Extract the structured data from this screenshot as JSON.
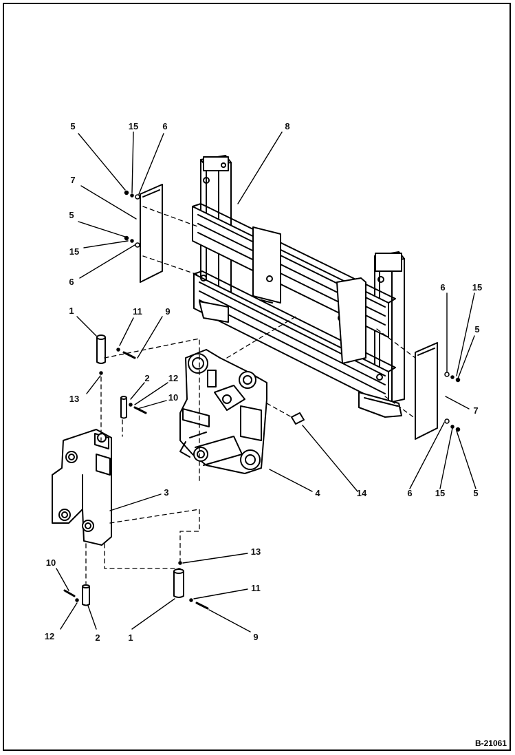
{
  "figure_number": "B-21061",
  "callouts": {
    "c5a": "5",
    "c15a": "15",
    "c6a": "6",
    "c8": "8",
    "c7a": "7",
    "c5b": "5",
    "c15b": "15",
    "c6b": "6",
    "c1a": "1",
    "c11a": "11",
    "c9a": "9",
    "c6c": "6",
    "c15c": "15",
    "c5c": "5",
    "c13a": "13",
    "c2a": "2",
    "c12a": "12",
    "c10a": "10",
    "c7b": "7",
    "c3": "3",
    "c4": "4",
    "c14": "14",
    "c6d": "6",
    "c15d": "15",
    "c5d": "5",
    "c13b": "13",
    "c10b": "10",
    "c11b": "11",
    "c12b": "12",
    "c2b": "2",
    "c1b": "1",
    "c9b": "9"
  }
}
